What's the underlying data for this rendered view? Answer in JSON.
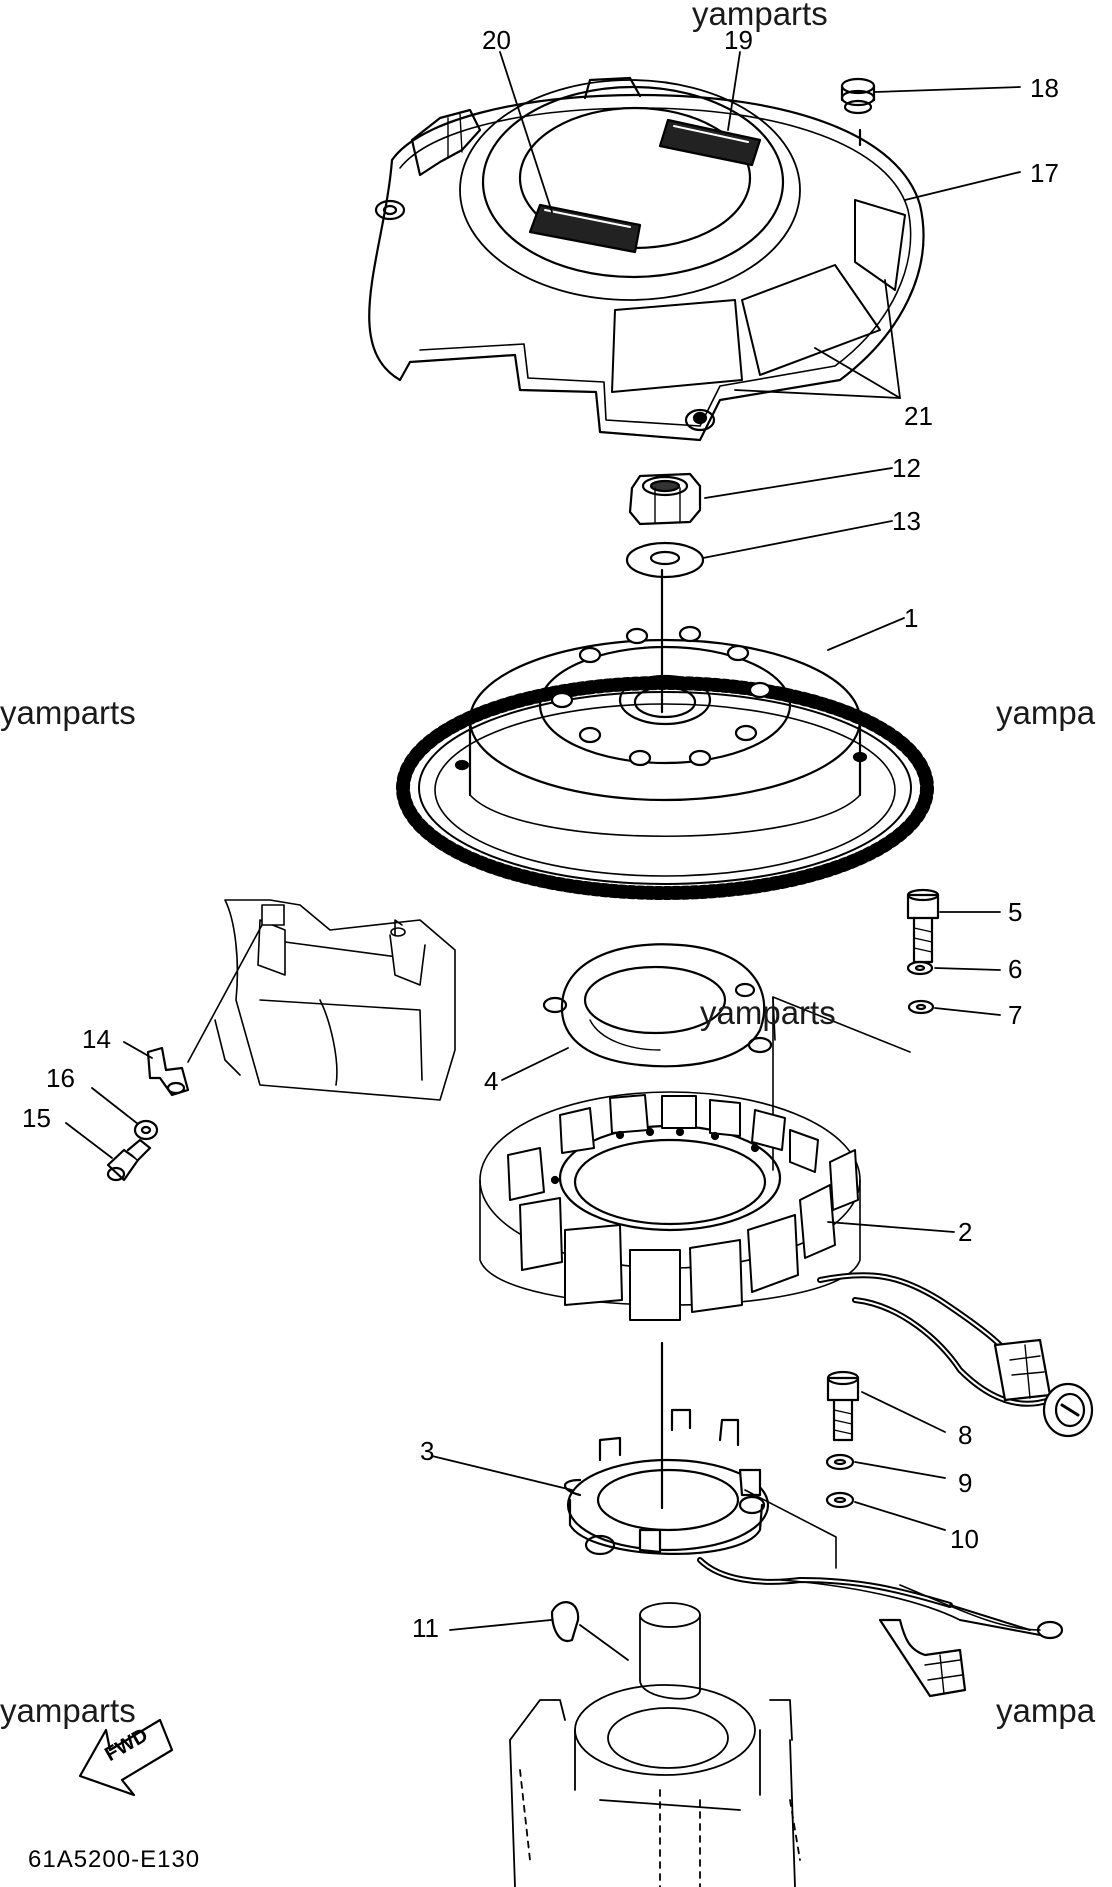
{
  "watermarks": [
    "yamparts",
    "yamparts",
    "yampa",
    "yamparts",
    "yamparts",
    "yampa"
  ],
  "fwd_label": "FWD",
  "drawing_code": "61A5200-E130",
  "callouts": {
    "c1": "1",
    "c2": "2",
    "c3": "3",
    "c4": "4",
    "c5": "5",
    "c6": "6",
    "c7": "7",
    "c8": "8",
    "c9": "9",
    "c10": "10",
    "c11": "11",
    "c12": "12",
    "c13": "13",
    "c14": "14",
    "c15": "15",
    "c16": "16",
    "c17": "17",
    "c18": "18",
    "c19": "19",
    "c20": "20",
    "c21": "21"
  }
}
